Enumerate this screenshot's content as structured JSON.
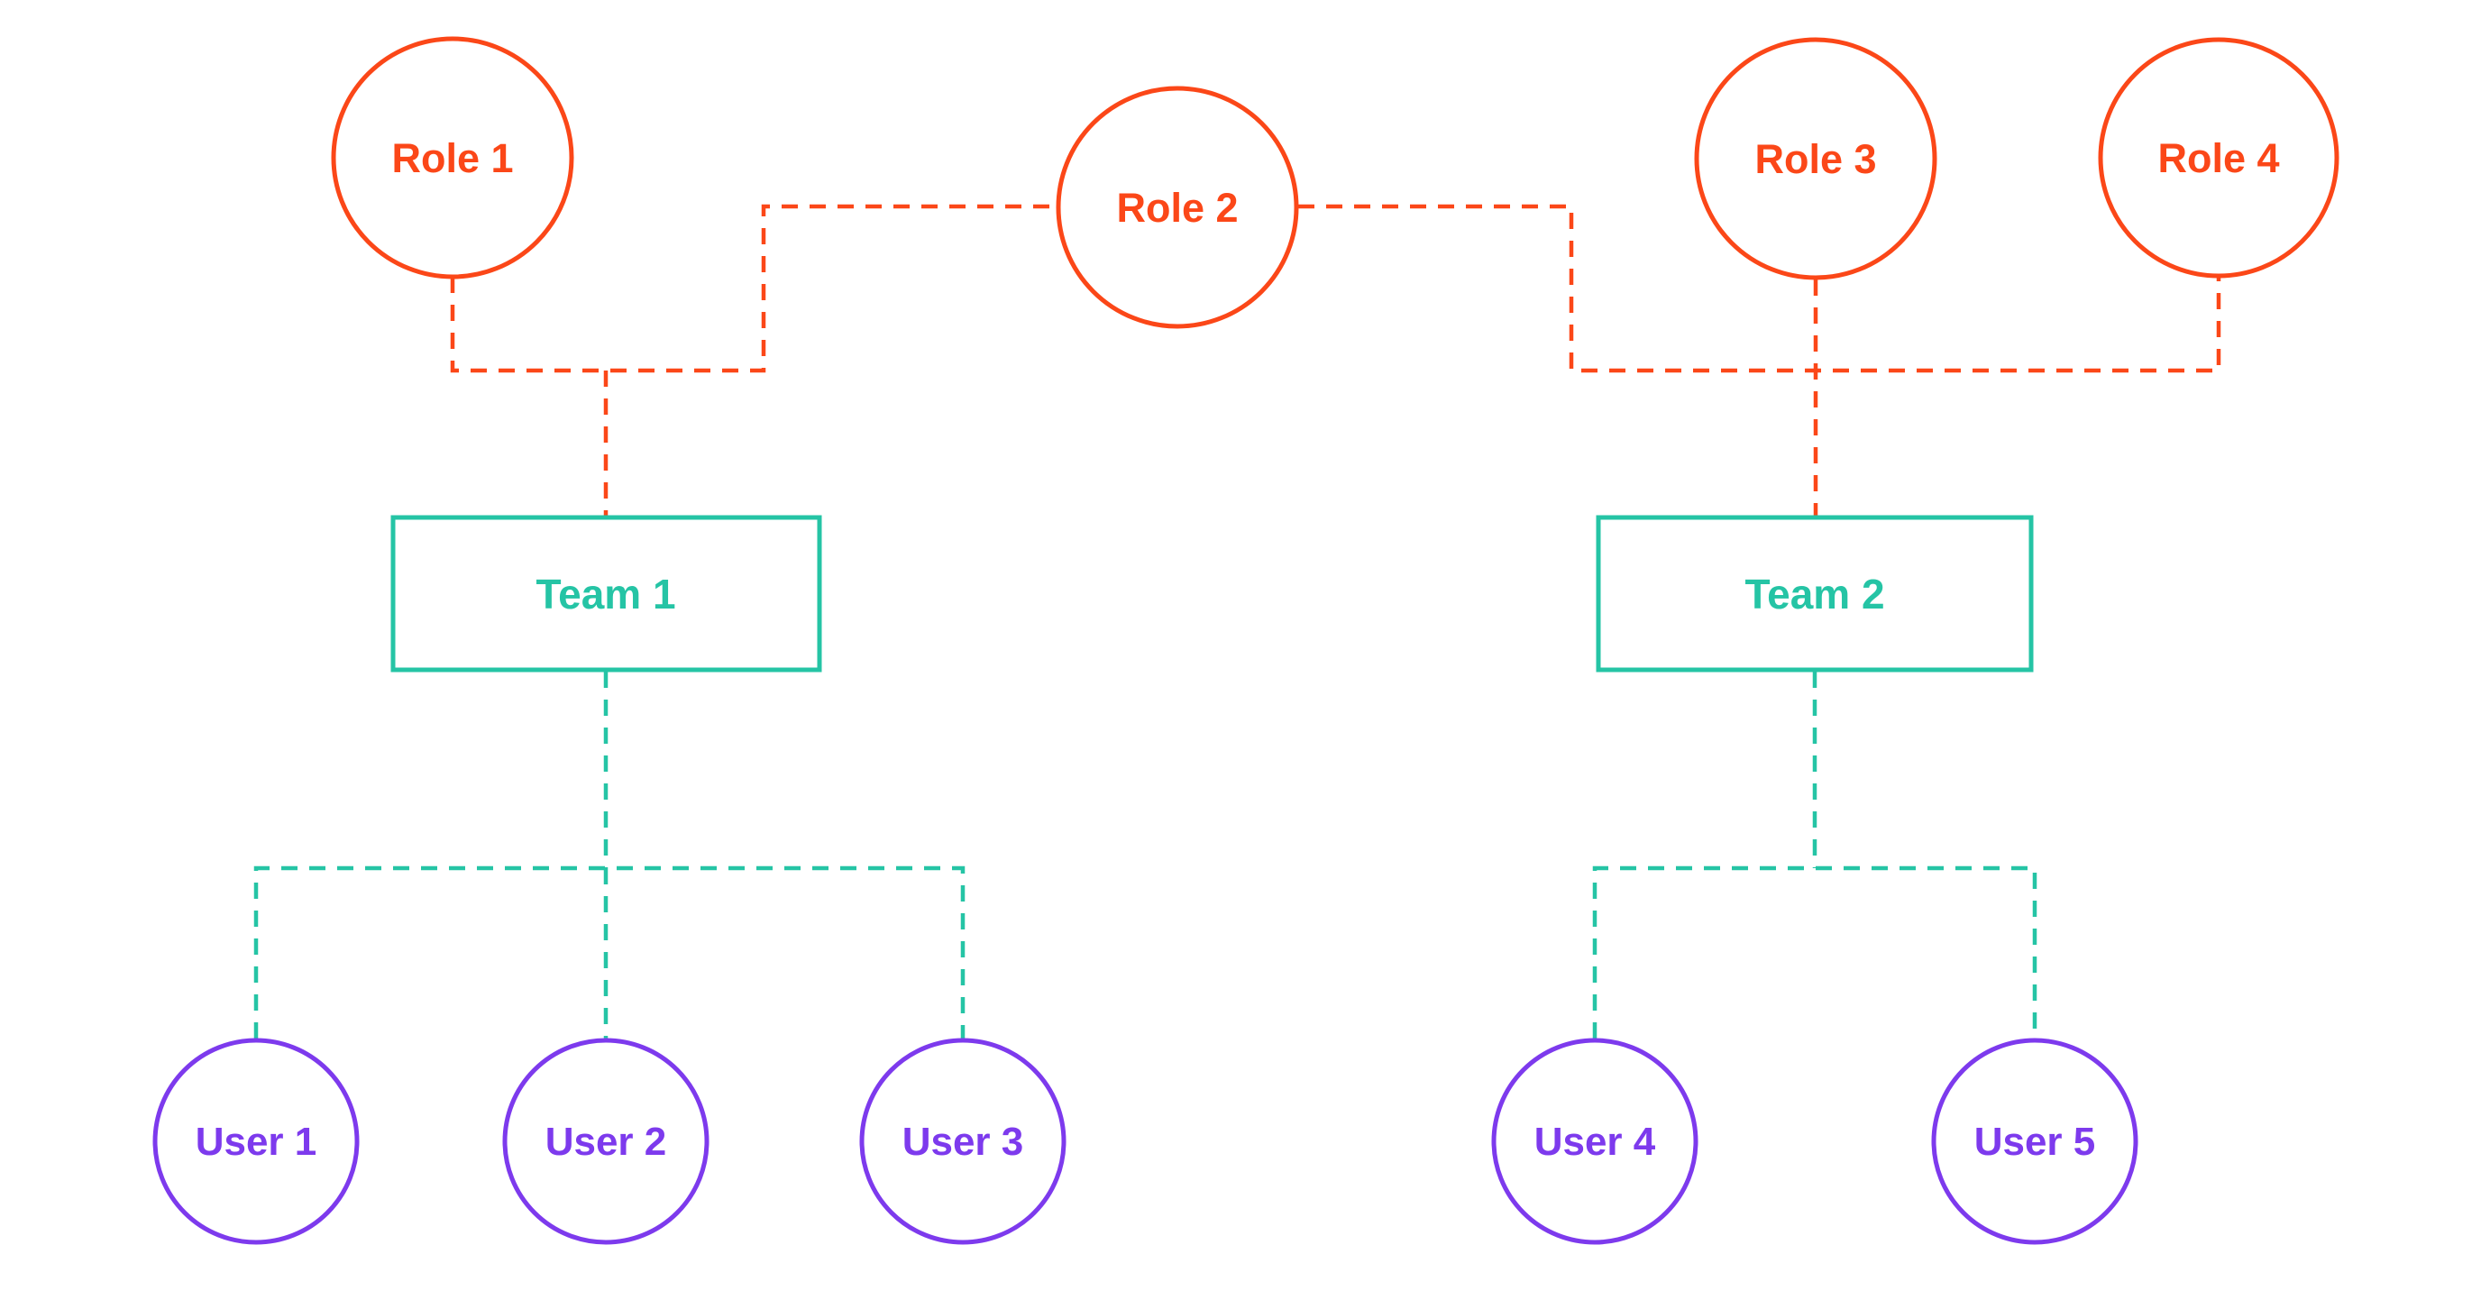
{
  "diagram": {
    "type": "role-team-user-hierarchy",
    "colors": {
      "role": "#fb4718",
      "team": "#25c4a5",
      "user": "#7d3aed",
      "background": "#ffffff"
    },
    "roles": [
      {
        "id": "role-1",
        "label": "Role 1"
      },
      {
        "id": "role-2",
        "label": "Role 2"
      },
      {
        "id": "role-3",
        "label": "Role 3"
      },
      {
        "id": "role-4",
        "label": "Role 4"
      }
    ],
    "teams": [
      {
        "id": "team-1",
        "label": "Team 1"
      },
      {
        "id": "team-2",
        "label": "Team 2"
      }
    ],
    "users": [
      {
        "id": "user-1",
        "label": "User 1"
      },
      {
        "id": "user-2",
        "label": "User 2"
      },
      {
        "id": "user-3",
        "label": "User 3"
      },
      {
        "id": "user-4",
        "label": "User 4"
      },
      {
        "id": "user-5",
        "label": "User 5"
      }
    ],
    "edges": [
      {
        "from": "role-1",
        "to": "team-1",
        "style": "dashed",
        "color": "role"
      },
      {
        "from": "role-2",
        "to": "team-1",
        "style": "dashed",
        "color": "role"
      },
      {
        "from": "role-2",
        "to": "team-2",
        "style": "dashed",
        "color": "role"
      },
      {
        "from": "role-3",
        "to": "team-2",
        "style": "dashed",
        "color": "role"
      },
      {
        "from": "role-4",
        "to": "team-2",
        "style": "dashed",
        "color": "role"
      },
      {
        "from": "team-1",
        "to": "user-1",
        "style": "dashed",
        "color": "team"
      },
      {
        "from": "team-1",
        "to": "user-2",
        "style": "dashed",
        "color": "team"
      },
      {
        "from": "team-1",
        "to": "user-3",
        "style": "dashed",
        "color": "team"
      },
      {
        "from": "team-2",
        "to": "user-4",
        "style": "dashed",
        "color": "team"
      },
      {
        "from": "team-2",
        "to": "user-5",
        "style": "dashed",
        "color": "team"
      }
    ]
  }
}
